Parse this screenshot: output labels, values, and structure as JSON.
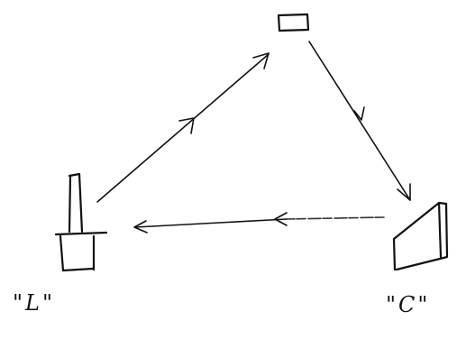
{
  "diagram": {
    "nodes": [
      {
        "id": "top",
        "label": ""
      },
      {
        "id": "left",
        "label": "\"L\""
      },
      {
        "id": "right",
        "label": "\"C\""
      }
    ],
    "edges": [
      {
        "from": "left",
        "to": "top"
      },
      {
        "from": "top",
        "to": "right"
      },
      {
        "from": "right",
        "to": "left"
      }
    ]
  }
}
